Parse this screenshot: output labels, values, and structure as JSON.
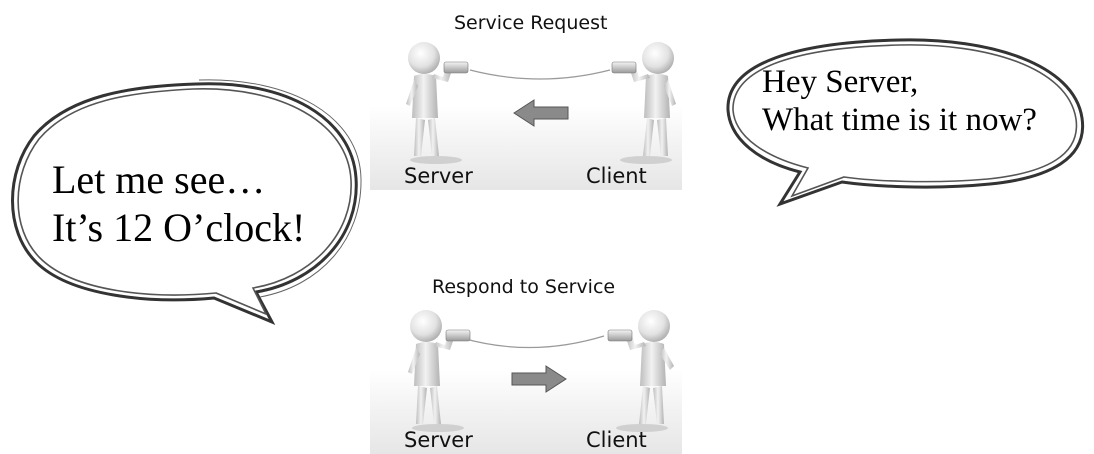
{
  "scenes": [
    {
      "caption": "Service Request",
      "left_label": "Server",
      "right_label": "Client",
      "arrow": "left-arrow"
    },
    {
      "caption": "Respond to Service",
      "left_label": "Server",
      "right_label": "Client",
      "arrow": "right-arrow"
    }
  ],
  "bubbles": {
    "server": {
      "line1": "Let me see…",
      "line2": "It’s 12 O’clock!"
    },
    "client": {
      "line1": "Hey Server,",
      "line2": "What time is it now?"
    }
  },
  "colors": {
    "figure": "#d9d9d9",
    "arrow_fill": "#8a8a8a",
    "outline": "#333333"
  }
}
